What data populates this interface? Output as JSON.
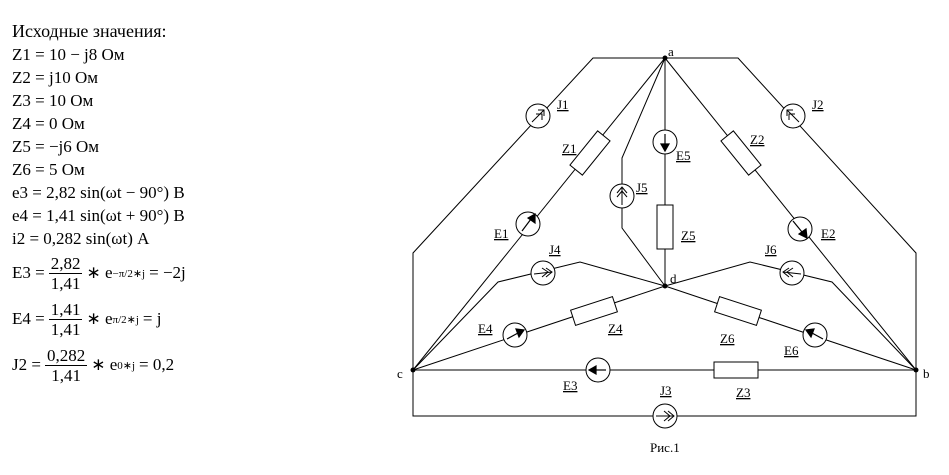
{
  "left_panel": {
    "title": "Исходные значения:",
    "lines": [
      "Z1 = 10 − j8 Ом",
      "Z2 = j10 Ом",
      "Z3 = 10 Ом",
      "Z4 = 0 Ом",
      "Z5 = −j6 Ом",
      "Z6 = 5 Ом",
      "e3 = 2,82 sin(ωt − 90°) В",
      "e4 = 1,41 sin(ωt + 90°) В",
      "i2 = 0,282 sin(ωt) А"
    ],
    "formulas": [
      {
        "lhs": "E3 =",
        "num": "2,82",
        "den": "1,41",
        "exp_prefix": "∗ e",
        "exp": "−π/2∗j",
        "rhs": "= −2j"
      },
      {
        "lhs": "E4 =",
        "num": "1,41",
        "den": "1,41",
        "exp_prefix": "∗ e",
        "exp": "π/2∗j",
        "rhs": "= j"
      },
      {
        "lhs": "J2 =",
        "num": "0,282",
        "den": "1,41",
        "exp_prefix": "∗ e",
        "exp": "0∗j",
        "rhs": "= 0,2"
      }
    ]
  },
  "circuit": {
    "nodes": {
      "a": "a",
      "b": "b",
      "c": "c",
      "d": "d"
    },
    "labels": {
      "J1": "J1",
      "J2": "J2",
      "J3": "J3",
      "J4": "J4",
      "J5": "J5",
      "J6": "J6",
      "E1": "E1",
      "E2": "E2",
      "E3": "E3",
      "E4": "E4",
      "E5": "E5",
      "E6": "E6",
      "Z1": "Z1",
      "Z2": "Z2",
      "Z3": "Z3",
      "Z4": "Z4",
      "Z5": "Z5",
      "Z6": "Z6"
    },
    "caption": "Рис.1"
  }
}
